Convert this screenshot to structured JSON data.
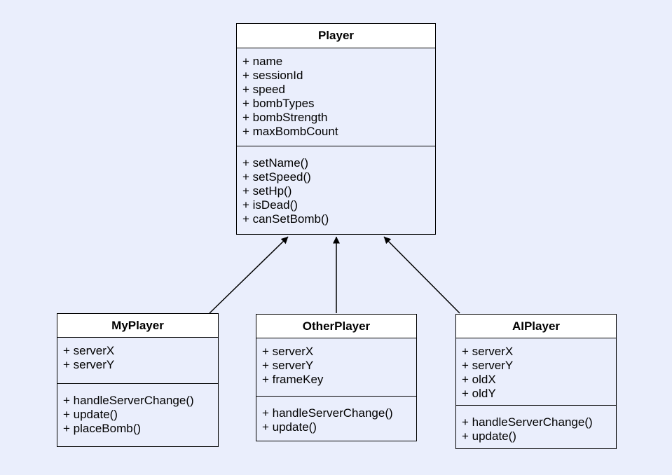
{
  "page": {
    "background_color": "#EAEEFC",
    "stroke_color": "#000000",
    "title_fill_color": "#FFFFFF",
    "text_color": "#000000"
  },
  "diagram": {
    "type": "uml-class-diagram",
    "classes": [
      {
        "name": "Player",
        "attributes": [
          "+ name",
          "+ sessionId",
          "+ speed",
          "+ bombTypes",
          "+ bombStrength",
          "+ maxBombCount"
        ],
        "methods": [
          "+ setName()",
          "+ setSpeed()",
          "+ setHp()",
          "+ isDead()",
          "+ canSetBomb()"
        ]
      },
      {
        "name": "MyPlayer",
        "attributes": [
          "+ serverX",
          "+ serverY"
        ],
        "methods": [
          "+ handleServerChange()",
          "+ update()",
          "+ placeBomb()"
        ]
      },
      {
        "name": "OtherPlayer",
        "attributes": [
          "+ serverX",
          "+ serverY",
          "+ frameKey"
        ],
        "methods": [
          "+ handleServerChange()",
          "+ update()"
        ]
      },
      {
        "name": "AIPlayer",
        "attributes": [
          "+ serverX",
          "+ serverY",
          "+ oldX",
          "+ oldY"
        ],
        "methods": [
          "+ handleServerChange()",
          "+ update()"
        ]
      }
    ],
    "relationships": [
      {
        "from": "MyPlayer",
        "to": "Player",
        "type": "inheritance-arrow"
      },
      {
        "from": "OtherPlayer",
        "to": "Player",
        "type": "inheritance-arrow"
      },
      {
        "from": "AIPlayer",
        "to": "Player",
        "type": "inheritance-arrow"
      }
    ]
  }
}
